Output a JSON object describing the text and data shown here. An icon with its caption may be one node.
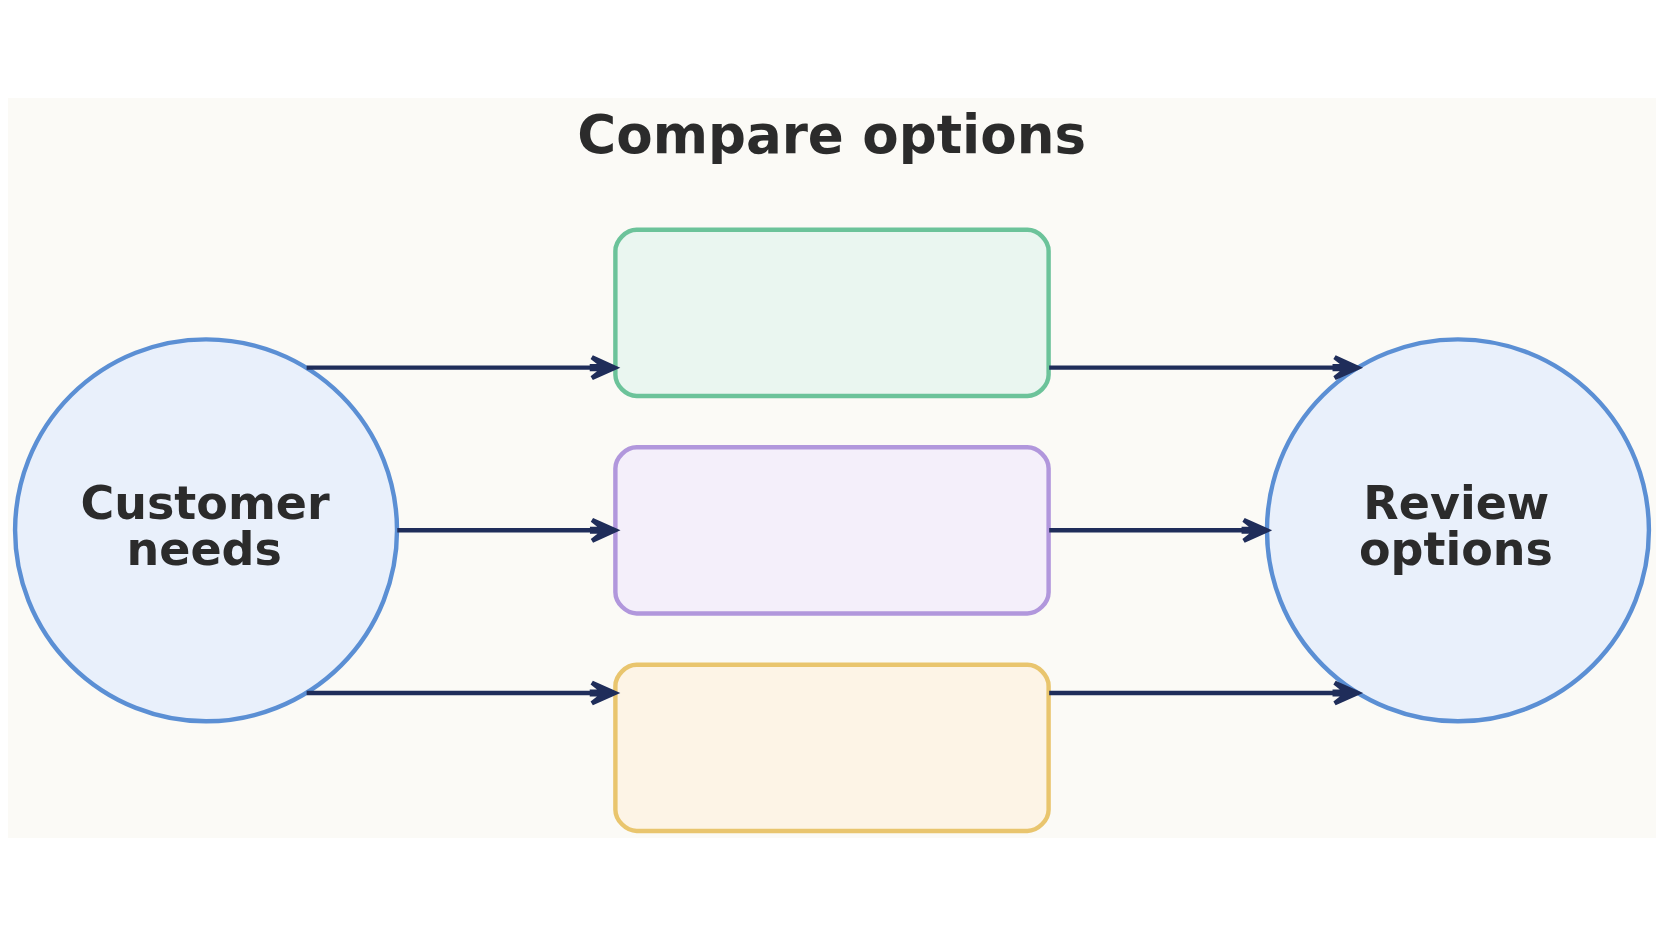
{
  "diagram": {
    "nodes": [
      {
        "text": [
          "Customer needs"
        ]
      },
      {
        "text": [],
        "shape": "box"
      },
      {
        "text": [],
        "shape": "box"
      },
      {
        "text": [],
        "shape": "box"
      },
      {
        "text": [
          "Review options"
        ]
      }
    ],
    "edges": [
      {
        "from": 0,
        "to": 1,
        "arrow": "to"
      },
      {
        "from": 0,
        "to": 2,
        "arrow": "to"
      },
      {
        "from": 0,
        "to": 3,
        "arrow": "to"
      },
      {
        "from": 1,
        "to": 4,
        "arrow": "to"
      },
      {
        "from": 2,
        "to": 4,
        "arrow": "to"
      },
      {
        "from": 3,
        "to": 4,
        "arrow": "to"
      }
    ],
    "labels": [
      "Compare options"
    ]
  }
}
